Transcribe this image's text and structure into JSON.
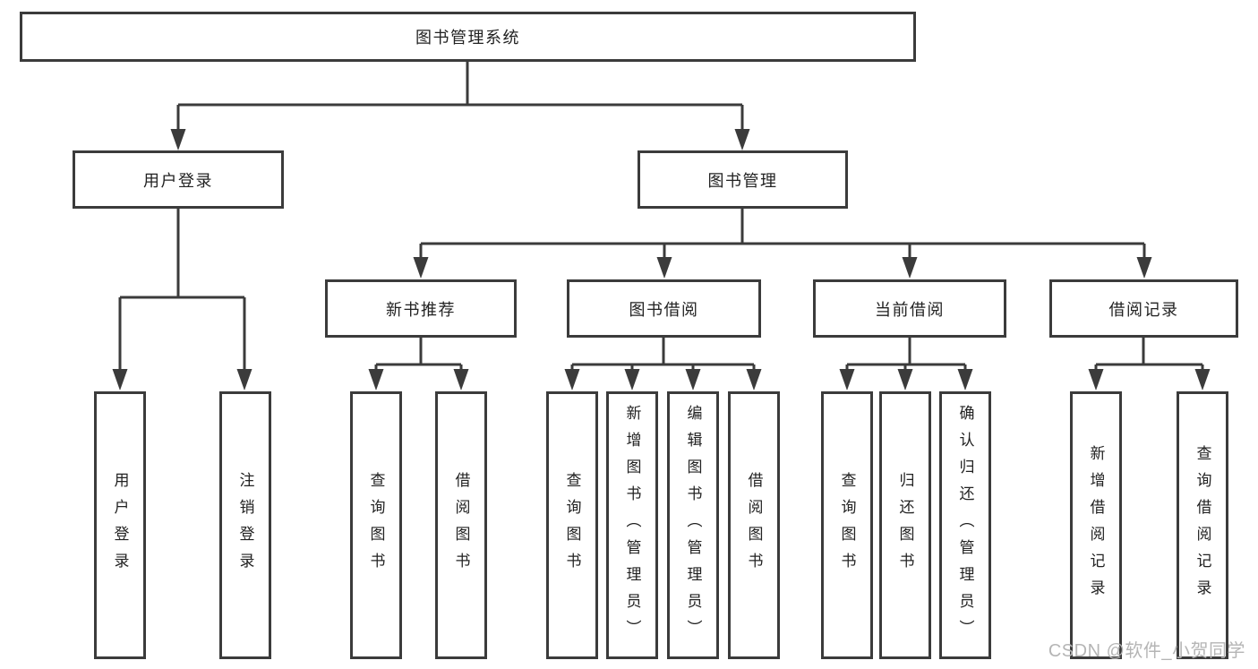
{
  "diagram": {
    "nodes": {
      "root": "图书管理系统",
      "level1": [
        "用户登录",
        "图书管理"
      ],
      "level2": [
        "新书推荐",
        "图书借阅",
        "当前借阅",
        "借阅记录"
      ],
      "leaves_user": [
        "用户登录",
        "注销登录"
      ],
      "leaves_newbook": [
        "查询图书",
        "借阅图书"
      ],
      "leaves_borrow": [
        "查询图书",
        "新增图书（管理员）",
        "编辑图书（管理员）",
        "借阅图书"
      ],
      "leaves_current": [
        "查询图书",
        "归还图书",
        "确认归还（管理员）"
      ],
      "leaves_record": [
        "新增借阅记录",
        "查询借阅记录"
      ]
    },
    "colors": {
      "line": "#3b3b3b",
      "box_background": "#ffffff",
      "text": "#222222",
      "watermark": "#b5b5b5"
    }
  },
  "watermark": {
    "text": "CSDN @软件_小贺同学"
  }
}
